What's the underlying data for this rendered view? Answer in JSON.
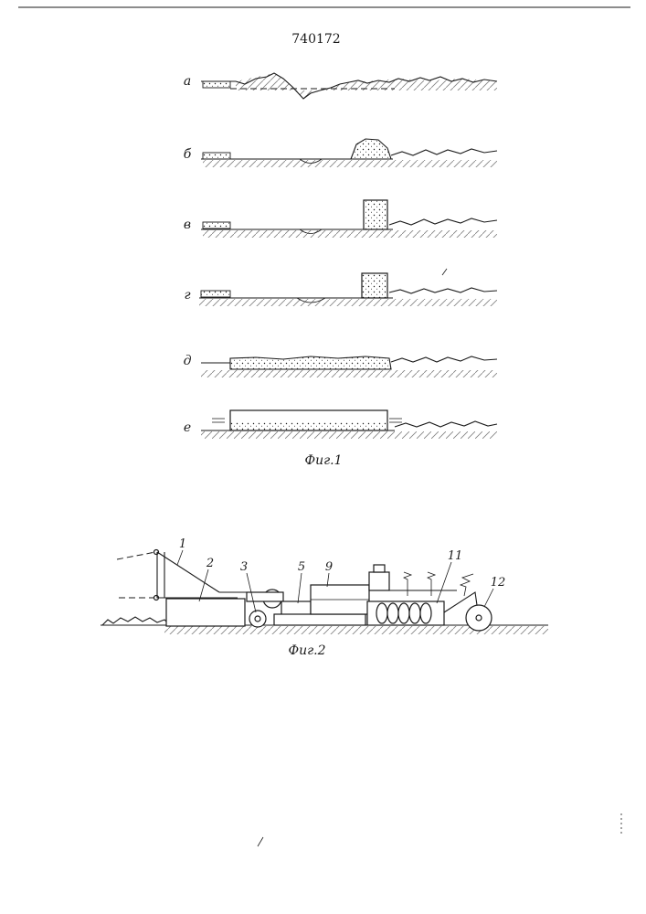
{
  "page_number": "740172",
  "figure1": {
    "caption": "Фиг.1",
    "stage_labels": [
      "а",
      "б",
      "в",
      "г",
      "д",
      "е"
    ]
  },
  "figure2": {
    "caption": "Фиг.2",
    "part_labels": [
      "1",
      "2",
      "3",
      "5",
      "9",
      "11",
      "12"
    ]
  }
}
